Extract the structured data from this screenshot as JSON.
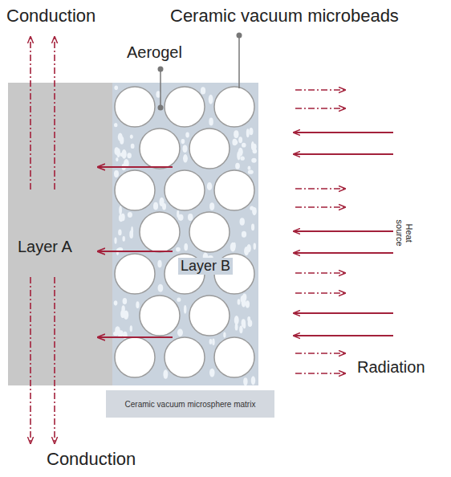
{
  "diagram": {
    "nodes": [
      {
        "text": [
          "Layer A"
        ]
      },
      {
        "text": [
          "Layer B"
        ]
      },
      {
        "text": [
          "Ceramic vacuum microsphere matrix"
        ]
      }
    ],
    "edges": [
      {
        "from": 1,
        "to": 0,
        "arrow": "to"
      },
      {
        "from": 1,
        "to": 0,
        "arrow": "to"
      },
      {
        "from": 1,
        "to": 0,
        "arrow": "to"
      }
    ],
    "labels": [
      "Conduction",
      "Ceramic vacuum microbeads",
      "Aerogel",
      "Heat source",
      "Radiation",
      "Conduction"
    ]
  }
}
